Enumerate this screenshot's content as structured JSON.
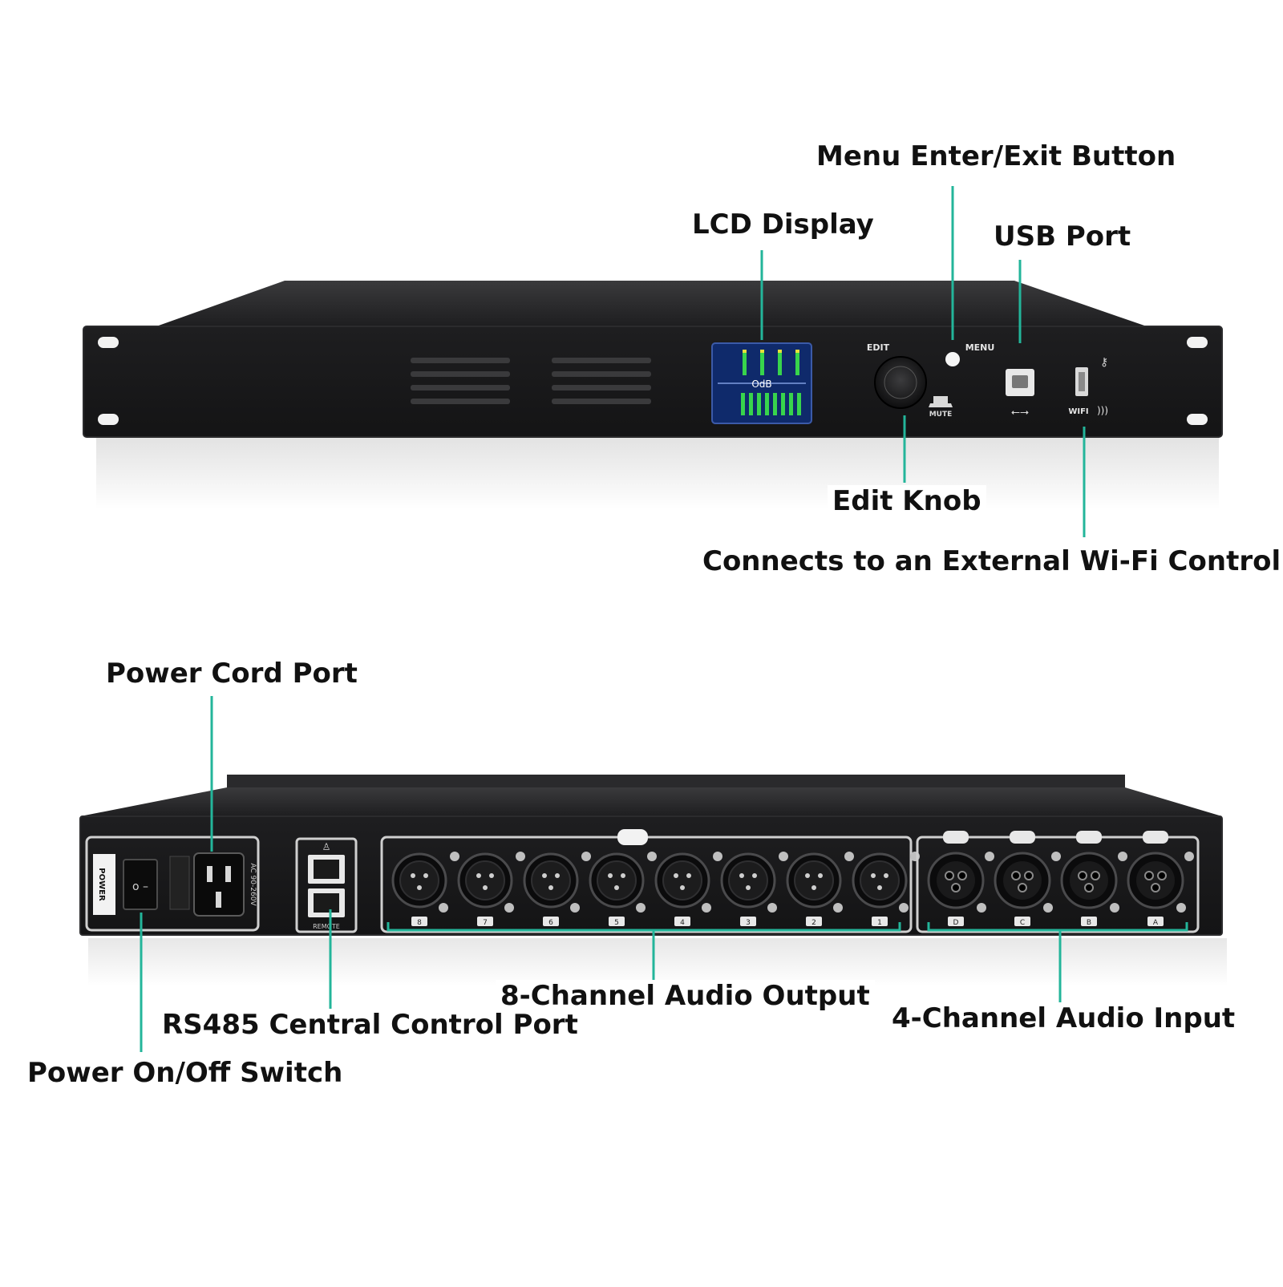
{
  "colors": {
    "leader": "#23b59a",
    "chassis": "#1b1b1c",
    "chassis_top": "#262627",
    "lcd": "#0f2a6b",
    "meter_green": "#38d44c",
    "meter_yellow": "#e8df3a"
  },
  "front_panel": {
    "labels": {
      "edit": "EDIT",
      "menu": "MENU",
      "mute": "MUTE",
      "wifi": "WIFI",
      "lcd_readout": "OdB"
    },
    "callouts": {
      "menu_button": "Menu Enter/Exit Button",
      "lcd_display": "LCD Display",
      "usb_port": "USB Port",
      "edit_knob": "Edit Knob",
      "wifi_controller": "Connects to an External Wi-Fi Controller"
    }
  },
  "rear_panel": {
    "labels": {
      "power": "POWER",
      "voltage": "AC 90-260V",
      "remote": "REMOTE"
    },
    "outputs": [
      "8",
      "7",
      "6",
      "5",
      "4",
      "3",
      "2",
      "1"
    ],
    "inputs": [
      "D",
      "C",
      "B",
      "A"
    ],
    "callouts": {
      "power_cord_port": "Power Cord Port",
      "rs485_port": "RS485 Central Control Port",
      "audio_output": "8-Channel Audio Output",
      "audio_input": "4-Channel Audio Input",
      "power_switch": "Power On/Off Switch"
    }
  }
}
